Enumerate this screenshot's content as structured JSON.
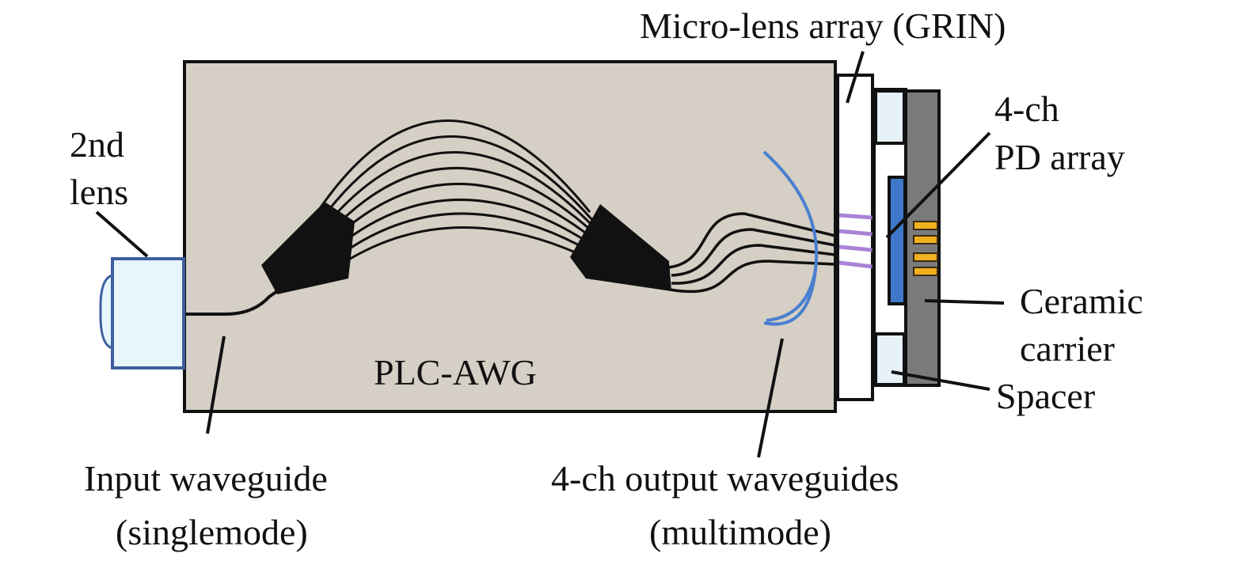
{
  "labels": {
    "micro_lens": "Micro-lens array (GRIN)",
    "second_lens_1": "2nd",
    "second_lens_2": "lens",
    "pd_array_1": "4-ch",
    "pd_array_2": "PD array",
    "ceramic_1": "Ceramic",
    "ceramic_2": "carrier",
    "spacer": "Spacer",
    "plc_awg": "PLC-AWG",
    "input_wg_1": "Input waveguide",
    "input_wg_2": "(singlemode)",
    "output_wg_1": "4-ch output waveguides",
    "output_wg_2": "(multimode)"
  },
  "colors": {
    "chip": "#d5cfc5",
    "lens": "#e6f6fb",
    "lens_border": "#3e5f9e",
    "ceramic": "#7a7a7c",
    "pd": "#3f78c8",
    "pads": "#f0b020",
    "beam": "#9a6fd0",
    "arc": "#4a7fd0"
  }
}
